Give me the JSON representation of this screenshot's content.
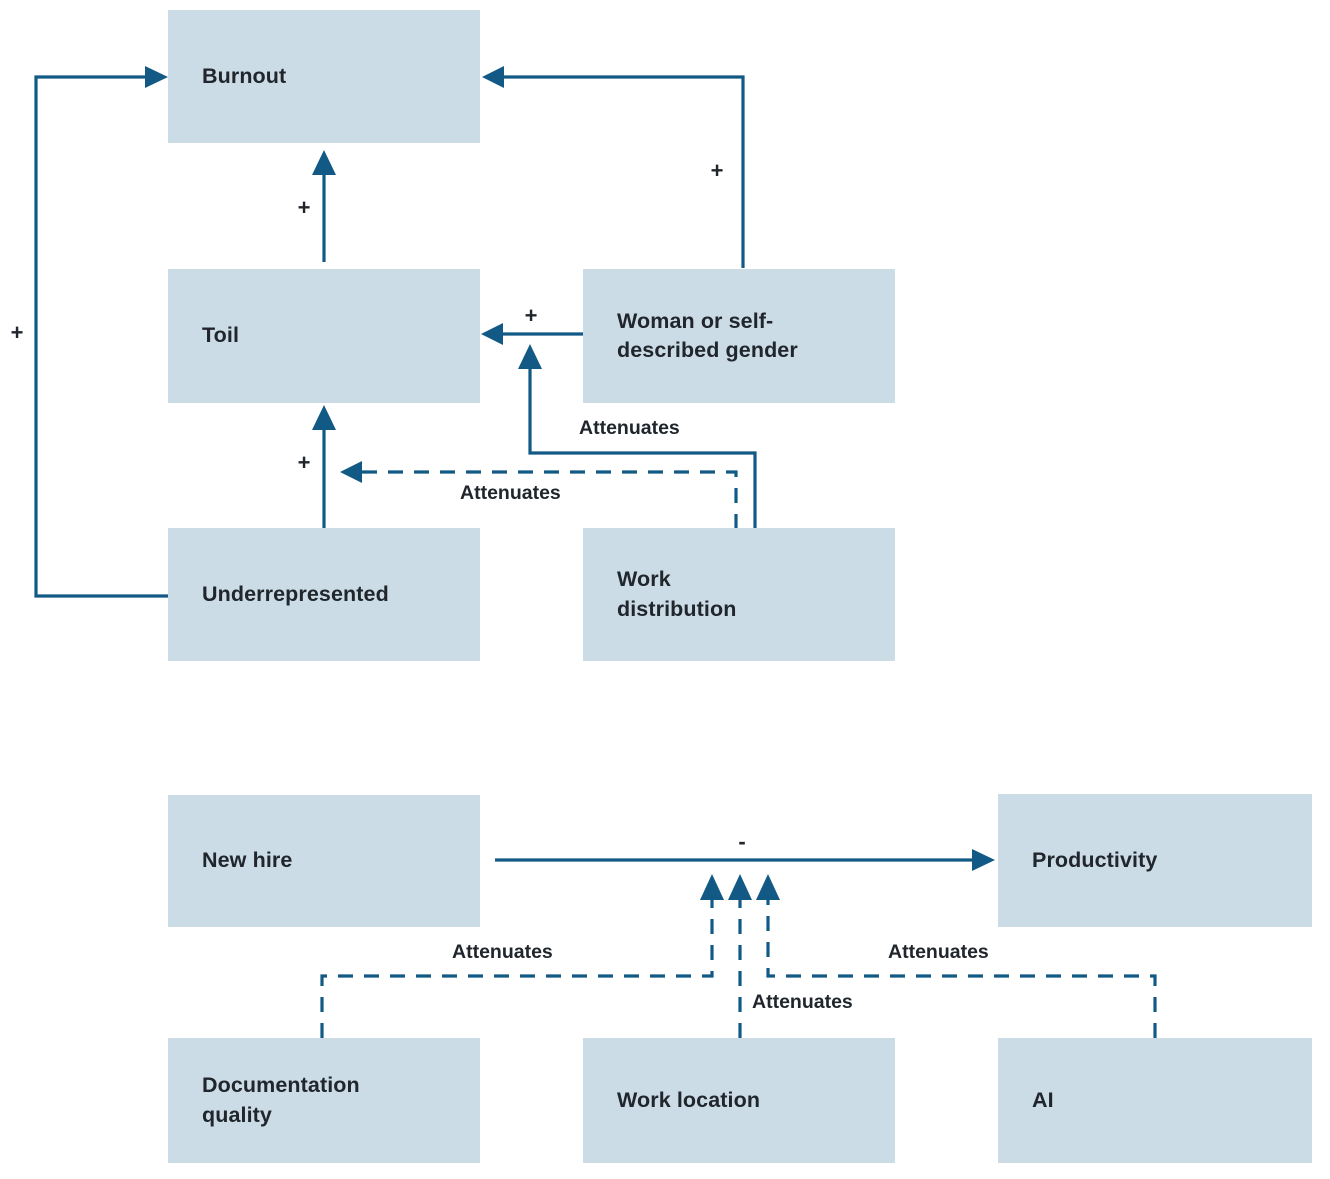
{
  "diagram": {
    "title_colors": {
      "node_fill": "#ccdce6",
      "edge_stroke": "#125a85",
      "text": "#20262c",
      "background": "#ffffff"
    },
    "top_model": {
      "nodes": [
        {
          "id": "burnout",
          "label": "Burnout"
        },
        {
          "id": "toil",
          "label": "Toil"
        },
        {
          "id": "woman",
          "label": "Woman or self-\ndescribed gender"
        },
        {
          "id": "underrepresented",
          "label": "Underrepresented"
        },
        {
          "id": "work-distribution",
          "label": "Work\ndistribution"
        }
      ],
      "edges": [
        {
          "from": "underrepresented",
          "to": "burnout",
          "sign": "+",
          "style": "solid",
          "label": ""
        },
        {
          "from": "toil",
          "to": "burnout",
          "sign": "+",
          "style": "solid",
          "label": ""
        },
        {
          "from": "woman",
          "to": "burnout",
          "sign": "+",
          "style": "solid",
          "label": ""
        },
        {
          "from": "woman",
          "to": "toil",
          "sign": "+",
          "style": "solid",
          "label": ""
        },
        {
          "from": "underrepresented",
          "to": "toil",
          "sign": "+",
          "style": "solid",
          "label": ""
        },
        {
          "from": "work-distribution",
          "to": "woman-toil-link",
          "sign": "",
          "style": "solid",
          "label": "Attenuates"
        },
        {
          "from": "work-distribution",
          "to": "underrepresented-toil-link",
          "sign": "",
          "style": "dashed",
          "label": "Attenuates"
        }
      ],
      "signs": [
        {
          "id": "sign-underrepresented-burnout",
          "text": "+"
        },
        {
          "id": "sign-toil-burnout",
          "text": "+"
        },
        {
          "id": "sign-woman-burnout",
          "text": "+"
        },
        {
          "id": "sign-woman-toil",
          "text": "+"
        },
        {
          "id": "sign-underrepresented-toil",
          "text": "+"
        }
      ],
      "labels": [
        {
          "id": "label-attenuates-woman",
          "text": "Attenuates"
        },
        {
          "id": "label-attenuates-underrepresented",
          "text": "Attenuates"
        }
      ]
    },
    "bottom_model": {
      "nodes": [
        {
          "id": "new-hire",
          "label": "New hire"
        },
        {
          "id": "productivity",
          "label": "Productivity"
        },
        {
          "id": "documentation-quality",
          "label": "Documentation\nquality"
        },
        {
          "id": "work-location",
          "label": "Work location"
        },
        {
          "id": "ai",
          "label": "AI"
        }
      ],
      "edges": [
        {
          "from": "new-hire",
          "to": "productivity",
          "sign": "-",
          "style": "solid",
          "label": ""
        },
        {
          "from": "documentation-quality",
          "to": "new-hire-productivity-link",
          "sign": "",
          "style": "dashed",
          "label": "Attenuates"
        },
        {
          "from": "work-location",
          "to": "new-hire-productivity-link",
          "sign": "",
          "style": "dashed",
          "label": "Attenuates"
        },
        {
          "from": "ai",
          "to": "new-hire-productivity-link",
          "sign": "",
          "style": "dashed",
          "label": "Attenuates"
        }
      ],
      "signs": [
        {
          "id": "sign-new-hire-productivity",
          "text": "-"
        }
      ],
      "labels": [
        {
          "id": "label-attenuates-documentation",
          "text": "Attenuates"
        },
        {
          "id": "label-attenuates-ai",
          "text": "Attenuates"
        },
        {
          "id": "label-attenuates-work-location",
          "text": "Attenuates"
        }
      ]
    }
  }
}
